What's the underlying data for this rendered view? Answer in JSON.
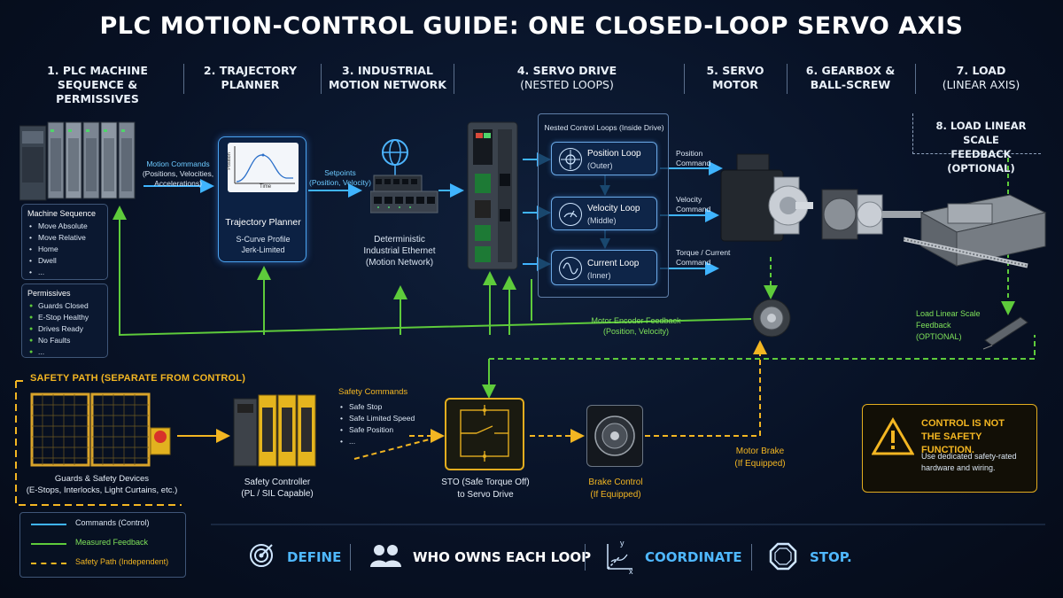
{
  "title": "PLC MOTION-CONTROL GUIDE: ONE CLOSED-LOOP SERVO AXIS",
  "columns": [
    {
      "line1": "1. PLC MACHINE",
      "line2": "SEQUENCE & PERMISSIVES"
    },
    {
      "line1": "2. TRAJECTORY",
      "line2": "PLANNER"
    },
    {
      "line1": "3. INDUSTRIAL",
      "line2": "MOTION NETWORK"
    },
    {
      "line1": "4. SERVO DRIVE",
      "line2": "(NESTED LOOPS)"
    },
    {
      "line1": "5. SERVO",
      "line2": "MOTOR"
    },
    {
      "line1": "6. GEARBOX &",
      "line2": "BALL-SCREW"
    },
    {
      "line1": "7. LOAD",
      "line2": "(LINEAR AXIS)"
    }
  ],
  "scale_feedback": {
    "line1": "8. LOAD LINEAR SCALE",
    "line2": "FEEDBACK (OPTIONAL)"
  },
  "plc": {
    "sequence_title": "Machine Sequence",
    "sequence_items": [
      "Move Absolute",
      "Move Relative",
      "Home",
      "Dwell",
      "..."
    ],
    "permissives_title": "Permissives",
    "permissives_items": [
      "Guards Closed",
      "E-Stop Healthy",
      "Drives Ready",
      "No Faults",
      "..."
    ]
  },
  "motion_commands": {
    "line1": "Motion Commands",
    "line2": "(Positions, Velocities,",
    "line3": "Accelerations)"
  },
  "planner": {
    "chart_ylabel": "Position",
    "chart_xlabel": "Time",
    "title": "Trajectory Planner",
    "line1": "S-Curve Profile",
    "line2": "Jerk-Limited"
  },
  "setpoints": {
    "line1": "Setpoints",
    "line2": "(Position, Velocity)"
  },
  "network": {
    "line1": "Deterministic",
    "line2": "Industrial Ethernet",
    "line3": "(Motion Network)"
  },
  "loops": {
    "title": "Nested Control Loops (Inside Drive)",
    "items": [
      {
        "name": "Position Loop",
        "sub": "(Outer)"
      },
      {
        "name": "Velocity Loop",
        "sub": "(Middle)"
      },
      {
        "name": "Current Loop",
        "sub": "(Inner)"
      }
    ]
  },
  "commands": [
    {
      "line1": "Position",
      "line2": "Command"
    },
    {
      "line1": "Velocity",
      "line2": "Command"
    },
    {
      "line1": "Torque / Current",
      "line2": "Command"
    }
  ],
  "encoder_feedback": {
    "line1": "Motor Encoder Feedback",
    "line2": "(Position, Velocity)"
  },
  "load_scale": {
    "line1": "Load Linear Scale",
    "line2": "Feedback",
    "line3": "(OPTIONAL)"
  },
  "safety": {
    "path_title": "SAFETY PATH (SEPARATE FROM CONTROL)",
    "guards_line1": "Guards & Safety Devices",
    "guards_line2": "(E-Stops, Interlocks, Light Curtains, etc.)",
    "controller_line1": "Safety Controller",
    "controller_line2": "(PL / SIL Capable)",
    "commands_title": "Safety Commands",
    "commands_items": [
      "Safe Stop",
      "Safe Limited Speed",
      "Safe Position",
      "..."
    ],
    "sto_line1": "STO (Safe Torque Off)",
    "sto_line2": "to Servo Drive",
    "brake_line1": "Brake Control",
    "brake_line2": "(If Equipped)",
    "motor_brake_line1": "Motor Brake",
    "motor_brake_line2": "(If Equipped)"
  },
  "warning": {
    "line1": "CONTROL IS NOT",
    "line2": "THE SAFETY FUNCTION.",
    "line3": "Use dedicated safety-rated",
    "line4": "hardware and wiring."
  },
  "legend": [
    {
      "label": "Commands (Control)",
      "color": "#3fb4ff",
      "style": "solid"
    },
    {
      "label": "Measured Feedback",
      "color": "#5ecb3b",
      "style": "solid"
    },
    {
      "label": "Safety Path (Independent)",
      "color": "#f3b622",
      "style": "dashed"
    }
  ],
  "bottom": [
    {
      "label": "DEFINE",
      "icon": "target-icon",
      "color": "#4fb8ff"
    },
    {
      "label": "WHO OWNS EACH LOOP",
      "icon": "people-icon",
      "color": "#ffffff"
    },
    {
      "label": "COORDINATE",
      "icon": "axes-icon",
      "color": "#4fb8ff"
    },
    {
      "label": "STOP.",
      "icon": "stop-octagon-icon",
      "color": "#4fb8ff"
    }
  ],
  "axes_labels": {
    "y": "y",
    "x": "x"
  },
  "colors": {
    "command": "#3fb4ff",
    "feedback": "#5ecb3b",
    "safety": "#f3b622",
    "background": "#081226"
  }
}
